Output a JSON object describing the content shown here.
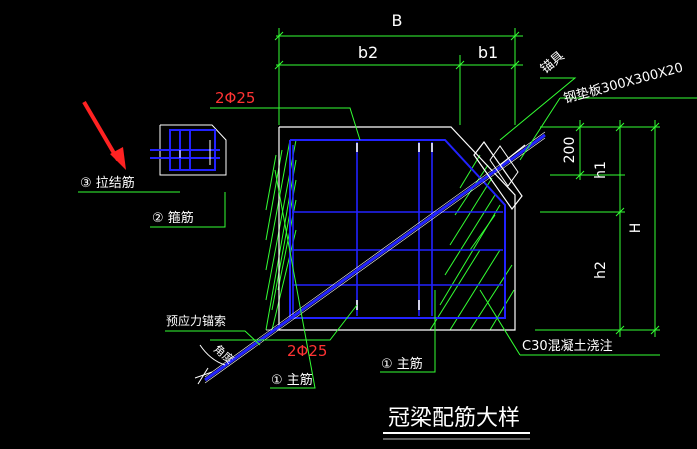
{
  "dims": {
    "B": "B",
    "b1": "b1",
    "b2": "b2",
    "H": "H",
    "h1": "h1",
    "h2": "h2",
    "d200": "200"
  },
  "labels": {
    "anchor": "锚具",
    "plate": "钢垫板300X300X20",
    "top_bars": "2Φ25",
    "bottom_bars": "2Φ25",
    "tie_bar": "③ 拉结筋",
    "stirrup": "② 箍筋",
    "tendon": "预应力锚索",
    "main_bar_left": "① 主筋",
    "main_bar_right": "① 主筋",
    "concrete": "C30混凝土浇注",
    "angle": "角度",
    "title": "冠梁配筋大样"
  },
  "colors": {
    "background": "#000000",
    "outline": "#ffffff",
    "rebar": "#2222ff",
    "hatch": "#33ff33",
    "text": "#ffffff",
    "leader": "#33ff33",
    "highlight": "#ff3333",
    "arrow": "#ff2222"
  }
}
